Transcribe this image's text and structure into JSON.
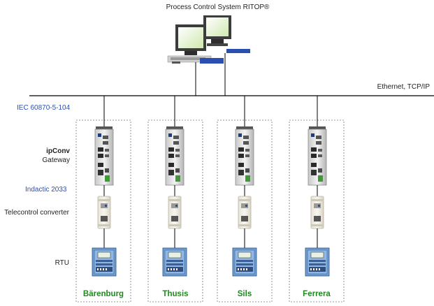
{
  "title": "Process Control System RITOP®",
  "bus_label": "Ethernet, TCP/IP",
  "protocol_upper": "IEC 60870-5-104",
  "gateway_name": "ipConv",
  "gateway_sub": "Gateway",
  "protocol_lower": "Indactic 2033",
  "converter_label": "Telecontrol converter",
  "rtu_label": "RTU",
  "sites": [
    "Bärenburg",
    "Thusis",
    "Sils",
    "Ferrera"
  ],
  "colors": {
    "site": "#1e8a1e",
    "protocol": "#2f4fb0",
    "line": "#000000"
  }
}
